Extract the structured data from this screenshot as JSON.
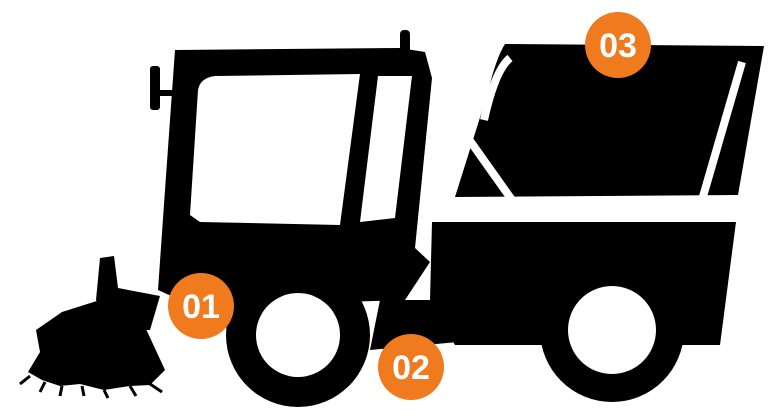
{
  "colors": {
    "machine": "#000000",
    "background": "#ffffff",
    "marker_fill": "#f07a1e",
    "marker_text": "#ffffff"
  },
  "markers": [
    {
      "label": "01",
      "icon": "brush-unit-callout"
    },
    {
      "label": "02",
      "icon": "suction-unit-callout"
    },
    {
      "label": "03",
      "icon": "waste-hopper-callout"
    }
  ]
}
